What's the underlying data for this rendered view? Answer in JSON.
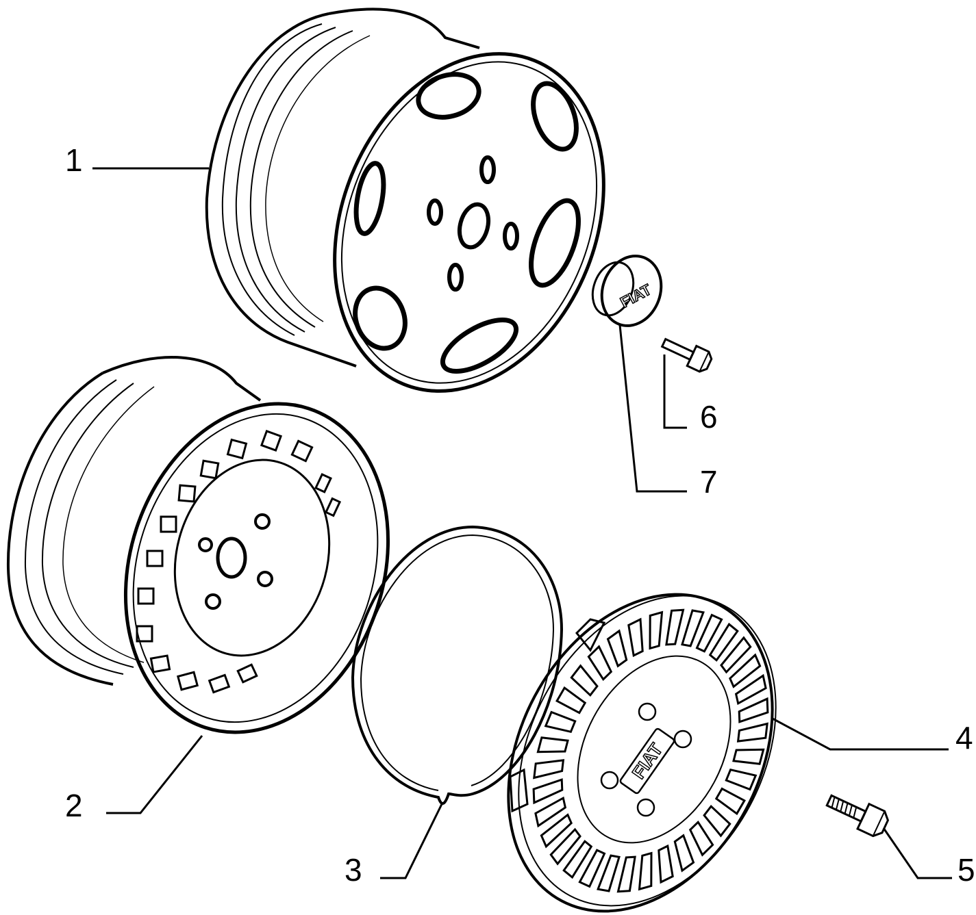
{
  "diagram": {
    "line_color": "#000000",
    "background": "#ffffff",
    "callouts": [
      {
        "id": "1",
        "label": "1",
        "part": "alloy-wheel"
      },
      {
        "id": "2",
        "label": "2",
        "part": "steel-wheel"
      },
      {
        "id": "3",
        "label": "3",
        "part": "retaining-ring"
      },
      {
        "id": "4",
        "label": "4",
        "part": "wheel-trim"
      },
      {
        "id": "5",
        "label": "5",
        "part": "wheel-bolt"
      },
      {
        "id": "6",
        "label": "6",
        "part": "bolt"
      },
      {
        "id": "7",
        "label": "7",
        "part": "center-cap"
      }
    ],
    "logos": {
      "cap": "FIAT",
      "trim": "FIAT"
    }
  }
}
